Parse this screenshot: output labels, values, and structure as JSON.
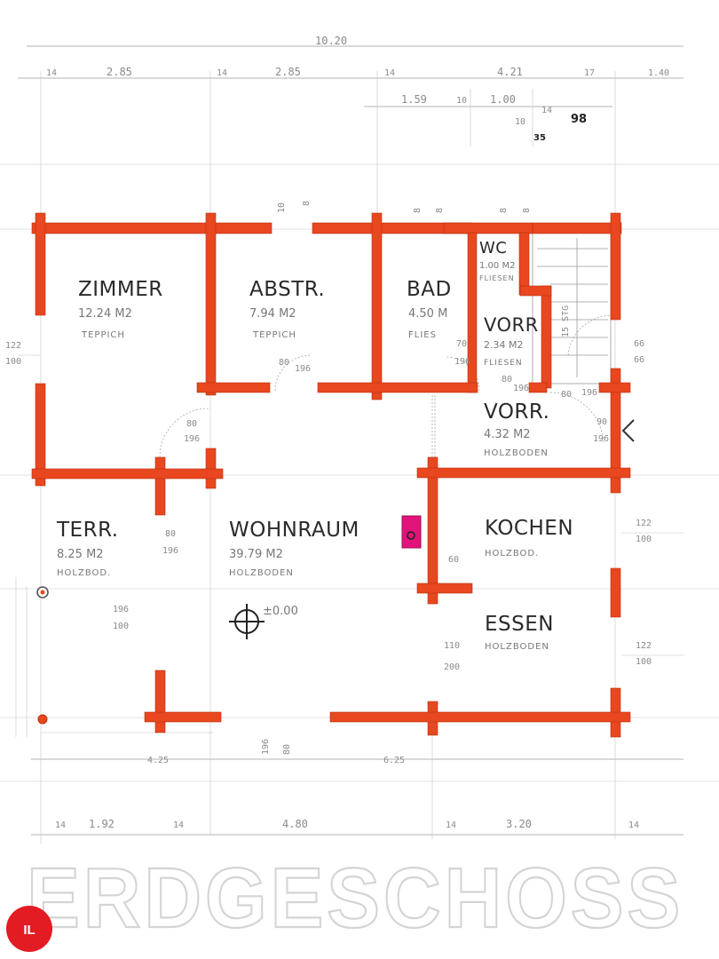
{
  "plan_title": "ERDGESCHOSS",
  "logo_text": "IL",
  "rooms": {
    "zimmer": {
      "name": "ZIMMER",
      "area": "12.24 M2",
      "floor": "TEPPICH"
    },
    "abstr": {
      "name": "ABSTR.",
      "area": "7.94 M2",
      "floor": "TEPPICH"
    },
    "bad": {
      "name": "BAD",
      "area": "4.50 M",
      "floor": "FLIES"
    },
    "wc": {
      "name": "WC",
      "area": "1.00 M2",
      "floor": "FLIESEN"
    },
    "vorr_small": {
      "name": "VORR",
      "area": "2.34 M2",
      "floor": "FLIESEN"
    },
    "vorr": {
      "name": "VORR.",
      "area": "4.32 M2",
      "floor": "HOLZBODEN"
    },
    "terr": {
      "name": "TERR.",
      "area": "8.25 M2",
      "floor": "HOLZBOD."
    },
    "wohnraum": {
      "name": "WOHNRAUM",
      "area": "39.79 M2",
      "floor": "HOLZBODEN"
    },
    "kochen": {
      "name": "KOCHEN",
      "area": "",
      "floor": "HOLZBOD."
    },
    "essen": {
      "name": "ESSEN",
      "area": "",
      "floor": "HOLZBODEN"
    }
  },
  "stairs_label": "15 STG",
  "level_marker": "±0.00",
  "dims_top": {
    "overall": "10.20",
    "row1": [
      "14",
      "2.85",
      "14",
      "2.85",
      "14",
      "4.21",
      "17",
      "1.40"
    ],
    "row2": [
      "1.59",
      "10",
      "1.00",
      "10",
      "14"
    ],
    "handwritten": [
      "98",
      "35"
    ],
    "wall_marks": [
      "10",
      "8",
      "8",
      "8",
      "8",
      "8"
    ]
  },
  "dims_bottom": {
    "row1": [
      "14",
      "1.92",
      "14",
      "4.80",
      "14",
      "3.20",
      "14"
    ],
    "row_faint": [
      "4.25",
      "6.25"
    ]
  },
  "dims_side": {
    "left": [
      "122",
      "100"
    ],
    "right_top": [
      "66",
      "66"
    ],
    "right_mid": [
      "122",
      "100"
    ],
    "right_low": [
      "122",
      "100"
    ]
  },
  "doors": {
    "d1": [
      "80",
      "196"
    ],
    "d2": [
      "80",
      "196"
    ],
    "d3": [
      "80",
      "196"
    ],
    "d4": [
      "90",
      "196"
    ],
    "d5": [
      "70",
      "196"
    ],
    "d6": [
      "196",
      "100"
    ],
    "d7": [
      "110",
      "200"
    ],
    "d8": [
      "196",
      "80"
    ],
    "d9": [
      "60"
    ],
    "d10": [
      "80",
      "196"
    ],
    "d11": [
      "80",
      "196"
    ]
  },
  "colors": {
    "wall": "#e8471f",
    "chimney": "#e0147a",
    "logo": "#e31b23"
  }
}
